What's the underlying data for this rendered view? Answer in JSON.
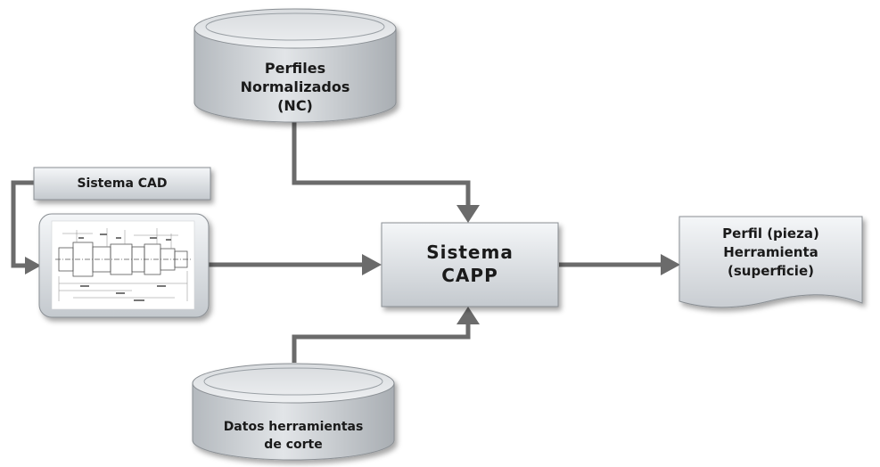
{
  "nodes": {
    "perfiles_db": {
      "lines": [
        "Perfiles",
        "Normalizados",
        "(NC)"
      ]
    },
    "sistema_cad": {
      "label": "Sistema CAD"
    },
    "capp": {
      "lines": [
        "Sistema",
        "CAPP"
      ]
    },
    "output_doc": {
      "lines": [
        "Perfil (pieza)",
        "Herramienta",
        "(superficie)"
      ]
    },
    "datos_db": {
      "lines": [
        "Datos herramientas",
        "de corte"
      ]
    }
  },
  "colors": {
    "arrow": "#6b6b6b",
    "box_fill_top": "#f2f4f6",
    "box_fill_bottom": "#c9cdd2",
    "db_fill": "#c3c7cc"
  }
}
